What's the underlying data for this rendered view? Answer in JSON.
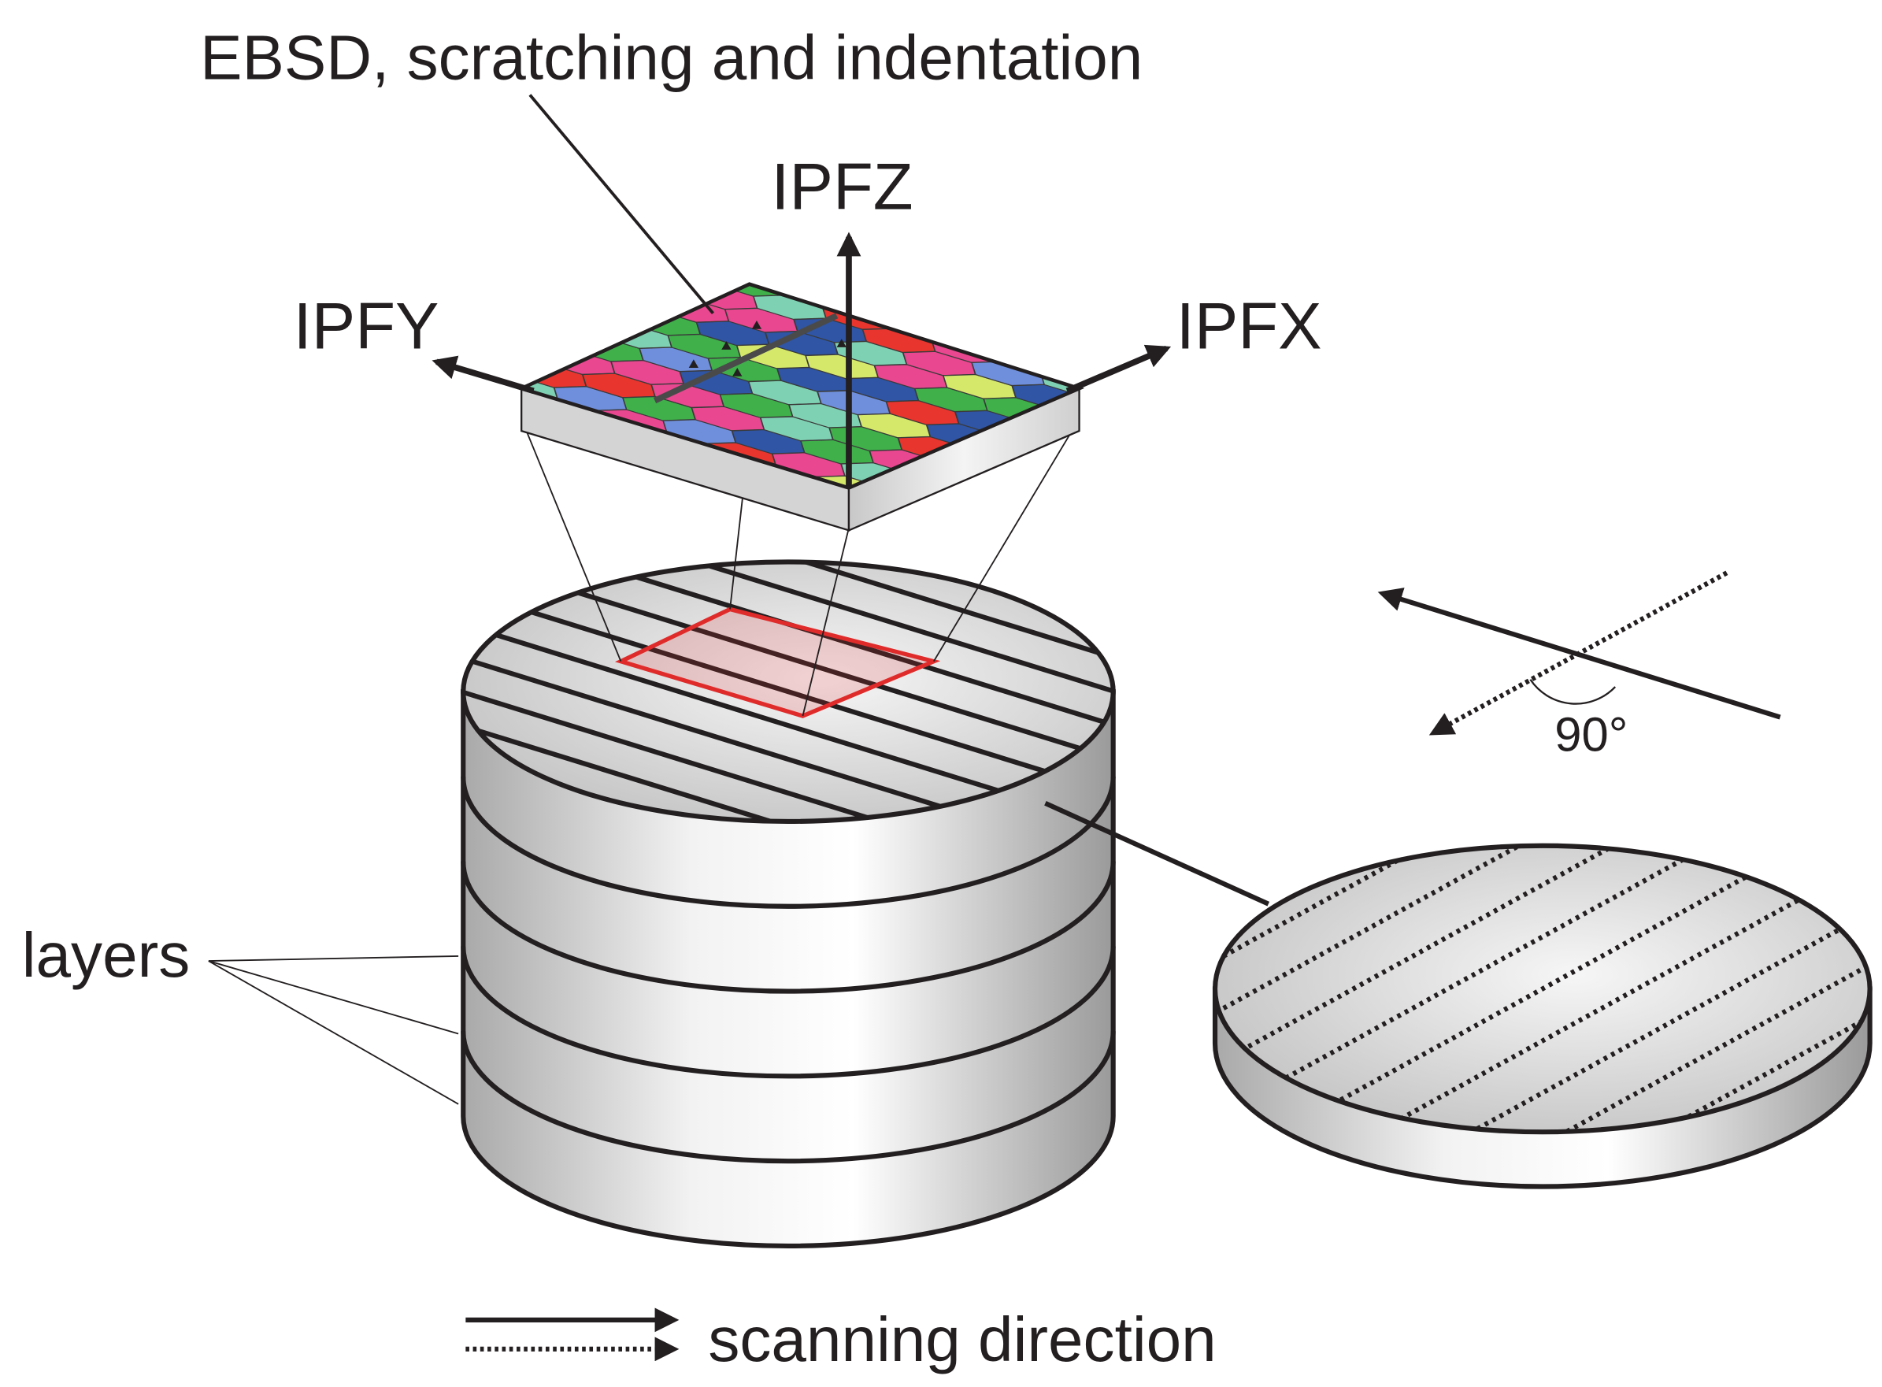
{
  "labels": {
    "ebsd": "EBSD, scratching and indentation",
    "ipfz": "IPFZ",
    "ipfy": "IPFY",
    "ipfx": "IPFX",
    "angle": "90°",
    "layers": "layers",
    "legend_scanning": "scanning direction"
  },
  "colors": {
    "outline": "#231f20",
    "selection": "#e02b2b",
    "grain_palette": [
      "#e8352e",
      "#3fb04a",
      "#2f55a4",
      "#e9478f",
      "#7fd1b3",
      "#d6e86a",
      "#6f8fdc"
    ]
  }
}
